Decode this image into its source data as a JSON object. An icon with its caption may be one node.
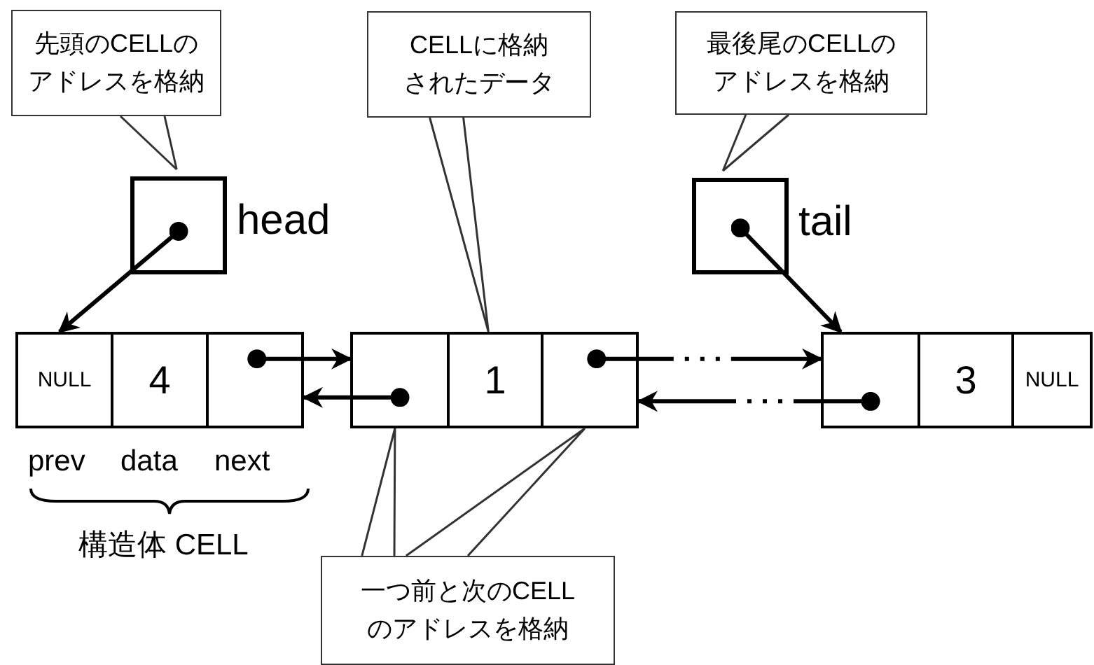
{
  "diagram": {
    "nodes": [
      {
        "text": [
          "先頭のCELLのアドレスを格納"
        ]
      },
      {
        "text": [
          "CELLに格納されたデータ"
        ]
      },
      {
        "text": [
          "最後尾のCELLのアドレスを格納"
        ]
      },
      {
        "text": [],
        "shape": "box",
        "beside": [
          "head"
        ]
      },
      {
        "text": [],
        "shape": "box",
        "beside": [
          "tail"
        ]
      },
      {
        "text": [
          "NULL"
        ]
      },
      {
        "text": [
          "4"
        ]
      },
      {
        "text": [],
        "shape": "box"
      },
      {
        "text": [],
        "shape": "box"
      },
      {
        "text": [
          "1"
        ]
      },
      {
        "text": [],
        "shape": "box"
      },
      {
        "text": [],
        "shape": "box"
      },
      {
        "text": [
          "3"
        ]
      },
      {
        "text": [
          "NULL"
        ]
      },
      {
        "text": [
          "一つ前と次のCELLのアドレスを格納"
        ]
      }
    ],
    "edges": [
      {
        "from": 0,
        "to": 3,
        "arrow": "none"
      },
      {
        "from": 1,
        "to": 9,
        "arrow": "none"
      },
      {
        "from": 2,
        "to": 4,
        "arrow": "none"
      },
      {
        "from": 3,
        "to": 5,
        "arrow": "to"
      },
      {
        "from": 4,
        "to": 11,
        "arrow": "to"
      },
      {
        "from": 7,
        "to": 8,
        "arrow": "to"
      },
      {
        "from": 8,
        "to": 7,
        "arrow": "to"
      },
      {
        "from": 10,
        "to": 11,
        "arrow": "to",
        "style": "dashed"
      },
      {
        "from": 11,
        "to": 10,
        "arrow": "to",
        "style": "dashed"
      },
      {
        "from": 14,
        "to": 8,
        "arrow": "none"
      },
      {
        "from": 14,
        "to": 10,
        "arrow": "none"
      }
    ],
    "labels": [
      "prev",
      "data",
      "next",
      "構造体 CELL"
    ]
  }
}
